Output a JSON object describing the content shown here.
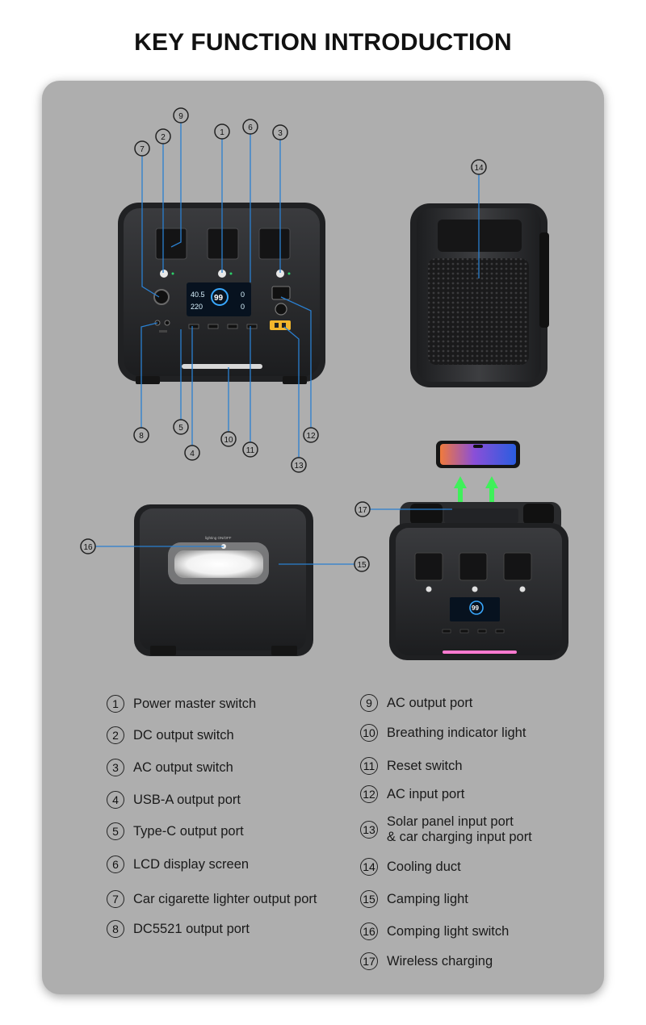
{
  "title": "KEY FUNCTION INTRODUCTION",
  "device": {
    "screen_left_top": "40.5",
    "screen_left_bottom": "220",
    "screen_center": "99",
    "screen_right_top": "0",
    "screen_right_bottom": "0",
    "light_switch_text": "lighting ON/OFF"
  },
  "legend": [
    {
      "num": "1",
      "label": "Power master switch"
    },
    {
      "num": "2",
      "label": "DC output switch"
    },
    {
      "num": "3",
      "label": "AC output switch"
    },
    {
      "num": "4",
      "label": "USB-A output port"
    },
    {
      "num": "5",
      "label": "Type-C output port"
    },
    {
      "num": "6",
      "label": "LCD display screen"
    },
    {
      "num": "7",
      "label": "Car cigarette lighter output port"
    },
    {
      "num": "8",
      "label": "DC5521 output port"
    },
    {
      "num": "9",
      "label": "AC output port"
    },
    {
      "num": "10",
      "label": "Breathing indicator light"
    },
    {
      "num": "11",
      "label": "Reset switch"
    },
    {
      "num": "12",
      "label": "AC input port"
    },
    {
      "num": "13",
      "label": "Solar panel input port\n& car charging input port"
    },
    {
      "num": "14",
      "label": "Cooling duct"
    },
    {
      "num": "15",
      "label": "Camping light"
    },
    {
      "num": "16",
      "label": "Comping light switch"
    },
    {
      "num": "17",
      "label": "Wireless charging"
    }
  ]
}
